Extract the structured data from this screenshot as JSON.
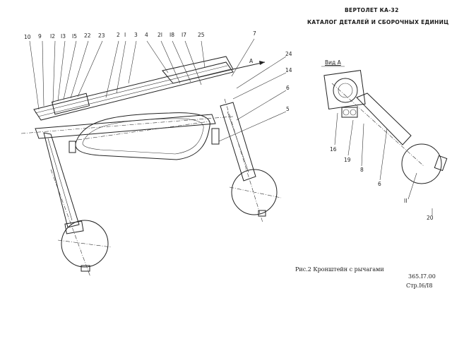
{
  "header": {
    "title": "ВЕРТОЛЕТ КА-32",
    "subtitle": "КАТАЛОГ ДЕТАЛЕЙ И СБОРОЧНЫХ ЕДИНИЦ"
  },
  "main_callouts": {
    "c10": "10",
    "c9": "9",
    "c12": "I2",
    "c13": "I3",
    "c15": "I5",
    "c22": "22",
    "c23": "23",
    "c2": "2",
    "c1": "I",
    "c3": "3",
    "c4": "4",
    "c21": "2I",
    "c18": "I8",
    "c17": "I7",
    "c25": "25",
    "c7": "7",
    "c24": "24",
    "c14": "14",
    "c6": "6",
    "c5": "5",
    "arrowA": "A"
  },
  "view_a": {
    "title": "Вид А",
    "callouts": {
      "c16": "16",
      "c19": "19",
      "c8": "8",
      "c6": "6",
      "c11": "II",
      "c20": "20"
    }
  },
  "caption": "Рис.2 Кронштейн с рычагами",
  "doc_code": "365.I7.00",
  "page_ref": "Стр.I6/I8"
}
